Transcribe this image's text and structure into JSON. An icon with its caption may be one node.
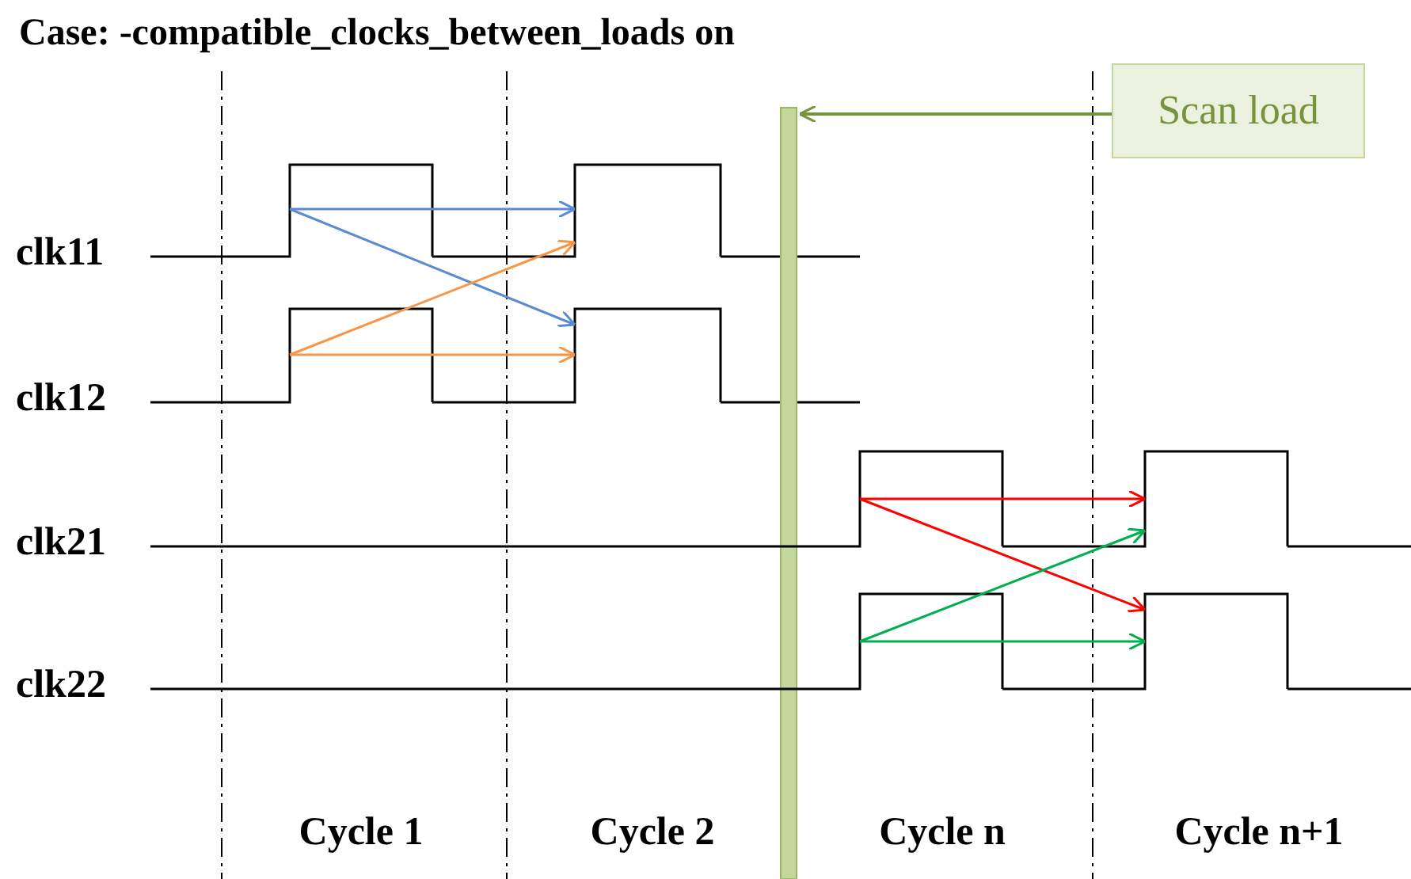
{
  "diagram": {
    "title": "Case: -compatible_clocks_between_loads on",
    "nodes": [
      {
        "text": [
          "Scan load"
        ]
      },
      {
        "text": [],
        "shape": "bar"
      },
      {
        "text": [],
        "shape": "pulse"
      },
      {
        "text": [],
        "shape": "pulse"
      },
      {
        "text": [],
        "shape": "pulse"
      },
      {
        "text": [],
        "shape": "pulse"
      },
      {
        "text": [],
        "shape": "pulse"
      },
      {
        "text": [],
        "shape": "pulse"
      },
      {
        "text": [],
        "shape": "pulse"
      },
      {
        "text": [],
        "shape": "pulse"
      }
    ],
    "edges": [
      {
        "from": 0,
        "to": 1,
        "arrow": "to",
        "color": "#77933c"
      },
      {
        "from": 2,
        "to": 3,
        "arrow": "to",
        "color": "#5b8bd0"
      },
      {
        "from": 2,
        "to": 5,
        "arrow": "to",
        "color": "#5b8bd0"
      },
      {
        "from": 4,
        "to": 3,
        "arrow": "to",
        "color": "#f79646"
      },
      {
        "from": 4,
        "to": 5,
        "arrow": "to",
        "color": "#f79646"
      },
      {
        "from": 6,
        "to": 7,
        "arrow": "to",
        "color": "#ff0000"
      },
      {
        "from": 6,
        "to": 9,
        "arrow": "to",
        "color": "#ff0000"
      },
      {
        "from": 8,
        "to": 7,
        "arrow": "to",
        "color": "#00b050"
      },
      {
        "from": 8,
        "to": 9,
        "arrow": "to",
        "color": "#00b050"
      }
    ],
    "labels": [
      "clk11",
      "clk12",
      "clk21",
      "clk22",
      "Cycle 1",
      "Cycle 2",
      "Cycle n",
      "Cycle n+1"
    ]
  }
}
